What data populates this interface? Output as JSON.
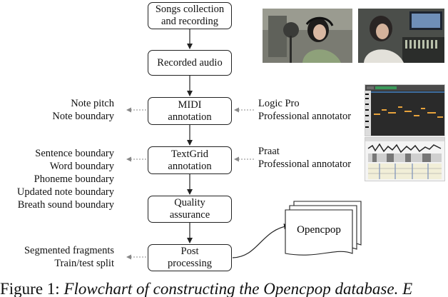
{
  "flow_steps": [
    {
      "line1": "Songs collection",
      "line2": "and recording"
    },
    {
      "line1": "Recorded audio",
      "line2": ""
    },
    {
      "line1": "MIDI",
      "line2": "annotation"
    },
    {
      "line1": "TextGrid",
      "line2": "annotation"
    },
    {
      "line1": "Quality",
      "line2": "assurance"
    },
    {
      "line1": "Post",
      "line2": "processing"
    }
  ],
  "left_notes": {
    "midi": [
      "Note pitch",
      "Note boundary"
    ],
    "textgrid": [
      "Sentence boundary",
      "Word boundary",
      "Phoneme boundary",
      "Updated note boundary",
      "Breath sound boundary"
    ],
    "post": [
      "Segmented fragments",
      "Train/test split"
    ]
  },
  "right_notes": {
    "midi": [
      "Logic Pro",
      "Professional annotator"
    ],
    "textgrid": [
      "Praat",
      "Professional annotator"
    ]
  },
  "output_document": "Opencpop",
  "caption": {
    "prefix": "Figure 1: ",
    "text": "Flowchart of constructing the Opencpop database. E"
  },
  "colors": {
    "line": "#222222",
    "dotted": "#888888",
    "photo_bg": "#6b6e67",
    "midi_bg": "#2a2a2a",
    "midi_notes": "#e8a33c",
    "praat_panel": "#f1eed8"
  }
}
